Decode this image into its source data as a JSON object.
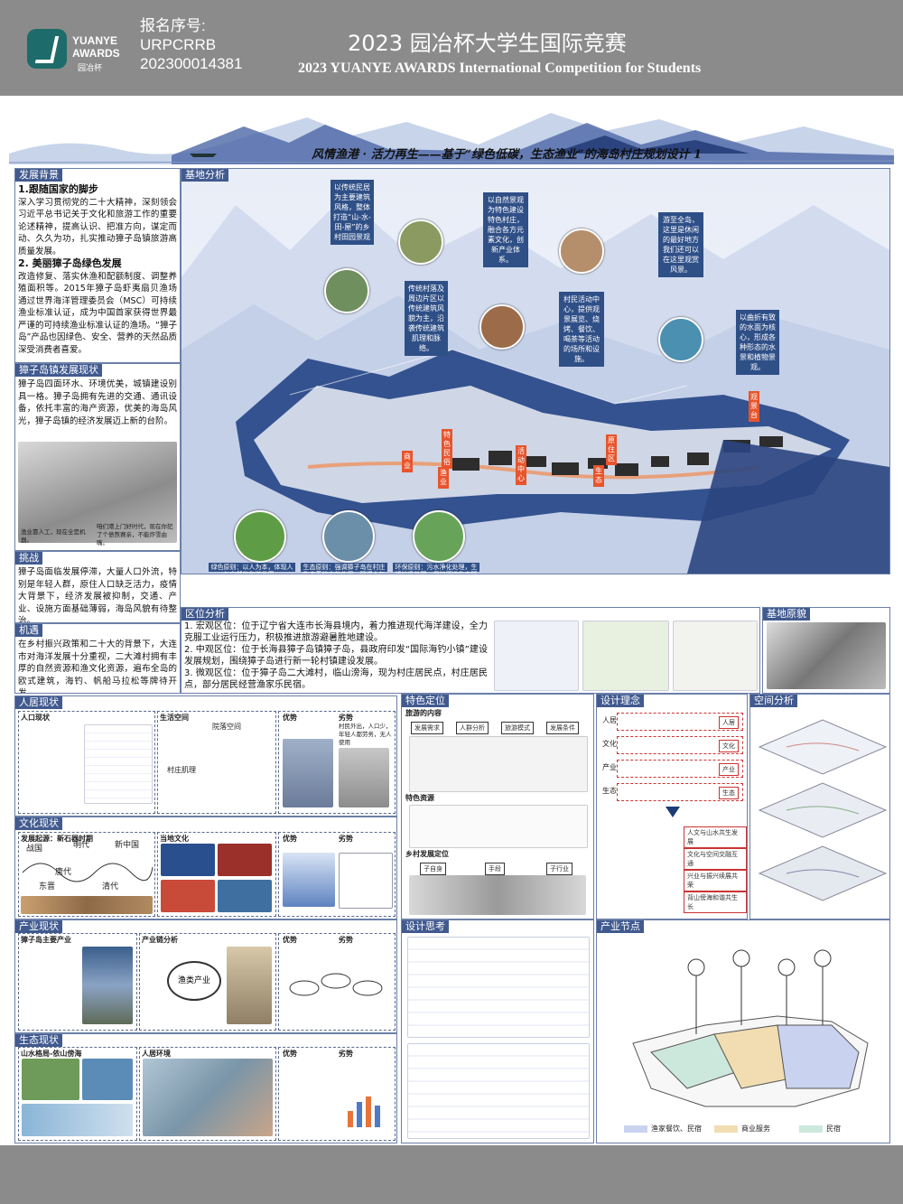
{
  "header": {
    "logo_en_1": "YUANYE",
    "logo_en_2": "AWARDS",
    "logo_cn": "园冶杯",
    "reg_label": "报名序号:",
    "reg_code": "URPCRRB",
    "reg_number": "202300014381",
    "title_cn": "2023 园冶杯大学生国际竞赛",
    "title_en": "2023 YUANYE AWARDS International Competition for  Students"
  },
  "subtitle": "风情渔港 · 活力再生——基于“绿色低碳，生态渔业”的海岛村庄规划设计 1",
  "background": {
    "tag": "发展背景",
    "h1": "1.跟随国家的脚步",
    "p1": "深入学习贯彻党的二十大精神，深刻领会习近平总书记关于文化和旅游工作的重要论述精神，提高认识、把准方向，谋定而动、久久为功，扎实推动獐子岛镇旅游高质量发展。",
    "h2": "2. 美丽獐子岛绿色发展",
    "p2": "改造修复、落实休渔和配额制度、调整养殖面积等。2015年獐子岛虾夷扇贝渔场通过世界海洋管理委员会（MSC）可持续渔业标准认证，成为中国首家获得世界最严谨的可持续渔业标准认证的渔场。“獐子岛”产品也因绿色、安全、营养的天然品质深受消费者喜爱。"
  },
  "town_status": {
    "tag": "獐子岛镇发展现状",
    "p": "獐子岛四面环水、环境优美，城镇建设别具一格。獐子岛拥有先进的交通、通讯设备，依托丰富的海产资源，优美的海岛风光，獐子岛镇的经济发展迈上新的台阶。",
    "cap1": "渔业靠人工，现在全是机器。",
    "cap2": "咱们港上门好时代，现在你犯了个债熬赛亲，不能炸雪由嘴。"
  },
  "challenge": {
    "tag": "挑战",
    "p": "獐子岛面临发展停滞，大量人口外流，特别是年轻人群，原住人口缺乏活力，疫情大背景下，经济发展被抑制，交通、产业、设施方面基础薄弱，海岛风貌有待整治。"
  },
  "opportunity": {
    "tag": "机遇",
    "p": "在乡村振兴政策和二十大的背景下，大连市对海洋发展十分重视，二大滩村拥有丰厚的自然资源和渔文化资源，遍布全岛的欧式建筑，海钓、帆船马拉松等牌待开发。"
  },
  "site": {
    "tag": "基地分析",
    "callouts": [
      "以传统民居为主要建筑风格，整体打造“山-水-田-屋”的乡村田园景观",
      "传统村落及周边片区以传统建筑风貌为主，沿袭传统建筑肌理和脉络。",
      "以自然景观为特色建设特色村庄，融合各方元素文化，创新产业体系。",
      "村民活动中心，提供观景展览、烧烤、餐饮、喝茶等活动的场所和设施。",
      "游至全岛，这里是休闲的最好地方我们还可以在这里观赏风景。",
      "以曲折有致的水面为核心，形成各种形态的水景和植物景观。"
    ],
    "orange_tags": [
      "特色民俗",
      "商业",
      "活动中心",
      "渔业",
      "原住区",
      "生态",
      "观景台"
    ],
    "bottom_notes": [
      "绿色原则：以人为本，体现人与自然的和谐发展。",
      "生态原则：强调獐子岛在村庄生态系统中的作用，强调人与自然共生。",
      "环保原则：污水净化处理，生活垃圾处理，保护河道生态环境。"
    ]
  },
  "location": {
    "tag": "区位分析",
    "p1": "1. 宏观区位：位于辽宁省大连市长海县境内，着力推进现代海洋建设，全力克服工业运行压力，积极推进旅游避暑胜地建设。",
    "p2": "2. 中观区位：位于长海县獐子岛镇獐子岛，县政府印发“国际海钓小镇”建设发展规划，围绕獐子岛进行新一轮村镇建设发展。",
    "p3": "3. 微观区位：位于獐子岛二大滩村，临山滂海，现为村庄居民点，村庄居民点，部分居民经营渔家乐民宿。"
  },
  "base_view": {
    "tag": "基地原貌"
  },
  "residential": {
    "tag": "人居现状",
    "sub1": "人口现状",
    "sub2": "生活空间",
    "sub3": "院落空间",
    "sub4": "村庄肌理",
    "adv": "优势",
    "dis": "劣势",
    "dis_note": "村民外出，人口少，年轻人都劳务，无人使用"
  },
  "culture": {
    "tag": "文化现状",
    "sub1": "发展起源：新石器时期",
    "dynasties": [
      "战国",
      "明代",
      "新中国",
      "唐代",
      "东晋",
      "清代"
    ],
    "sub2": "当地文化",
    "adv": "优势",
    "dis": "劣势"
  },
  "industry_now": {
    "tag": "产业现状",
    "sub1": "獐子岛主要产业",
    "sub2": "产业链分析",
    "center": "渔类产业",
    "adv": "优势",
    "dis": "劣势"
  },
  "ecology": {
    "tag": "生态现状",
    "sub1": "山水格局-依山傍海",
    "sub2": "人居环境",
    "adv": "优势",
    "dis": "劣势"
  },
  "positioning": {
    "tag": "特色定位",
    "sub1": "旅游的内容",
    "sub2": "特色资源",
    "sub3": "乡村发展定位",
    "items": [
      "发展需求",
      "人群分析",
      "旅游模式",
      "发展条件"
    ],
    "nodes": [
      "子自身",
      "手段",
      "子行业"
    ]
  },
  "concept": {
    "tag": "设计理念",
    "rows": [
      "人居",
      "文化",
      "产业",
      "生态"
    ],
    "pills": [
      "人居",
      "文化",
      "产业",
      "生态"
    ],
    "results": [
      "人文与山水共生发展",
      "文化与空间交融互通",
      "兴业与振兴续展共荣",
      "背山傍海和谐共生长"
    ]
  },
  "space": {
    "tag": "空间分析"
  },
  "thinking": {
    "tag": "设计思考"
  },
  "nodes": {
    "tag": "产业节点",
    "legend": [
      "渔家餐饮、民宿",
      "商业服务",
      "民宿"
    ],
    "colors": [
      "#c9d3f0",
      "#f1ddb1",
      "#cce8dc"
    ]
  }
}
